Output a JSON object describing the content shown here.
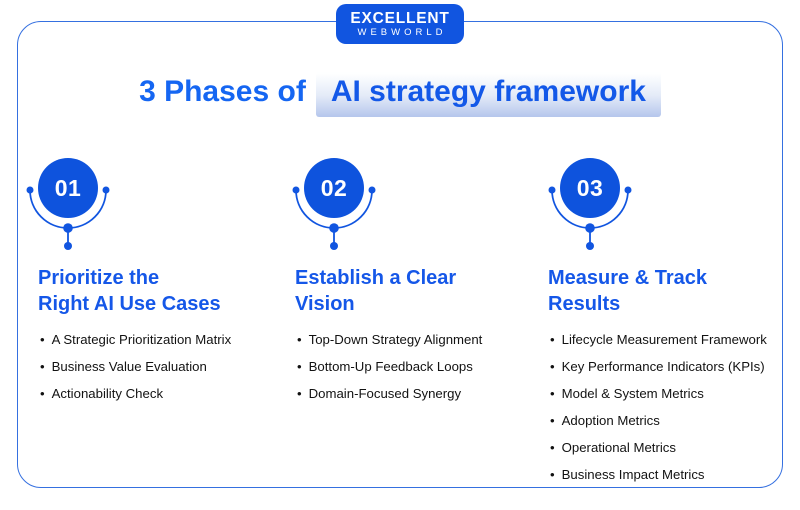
{
  "logo": {
    "line1": "EXCELLENT",
    "line2": "WEBWORLD"
  },
  "title": {
    "prefix": "3 Phases of",
    "highlight": "AI strategy framework"
  },
  "colors": {
    "brand_blue": "#1155e0",
    "circle_blue": "#0e53dd",
    "heading_blue": "#1557e8",
    "title_blue": "#1566f2",
    "highlight_gradient_top": "#feffff",
    "highlight_gradient_bottom": "#b5c6ec",
    "card_border": "#3570e0",
    "body_text": "#121212"
  },
  "phases": [
    {
      "number": "01",
      "title": "Prioritize the\nRight AI Use Cases",
      "bullets": [
        "A Strategic Prioritization Matrix",
        "Business Value Evaluation",
        "Actionability Check"
      ]
    },
    {
      "number": "02",
      "title": "Establish a Clear\nVision",
      "bullets": [
        "Top-Down Strategy Alignment",
        "Bottom-Up Feedback Loops",
        "Domain-Focused Synergy"
      ]
    },
    {
      "number": "03",
      "title": "Measure & Track\nResults",
      "bullets": [
        "Lifecycle Measurement Framework",
        "Key Performance Indicators (KPIs)",
        "Model & System Metrics",
        "Adoption Metrics",
        "Operational Metrics",
        "Business Impact Metrics"
      ]
    }
  ]
}
